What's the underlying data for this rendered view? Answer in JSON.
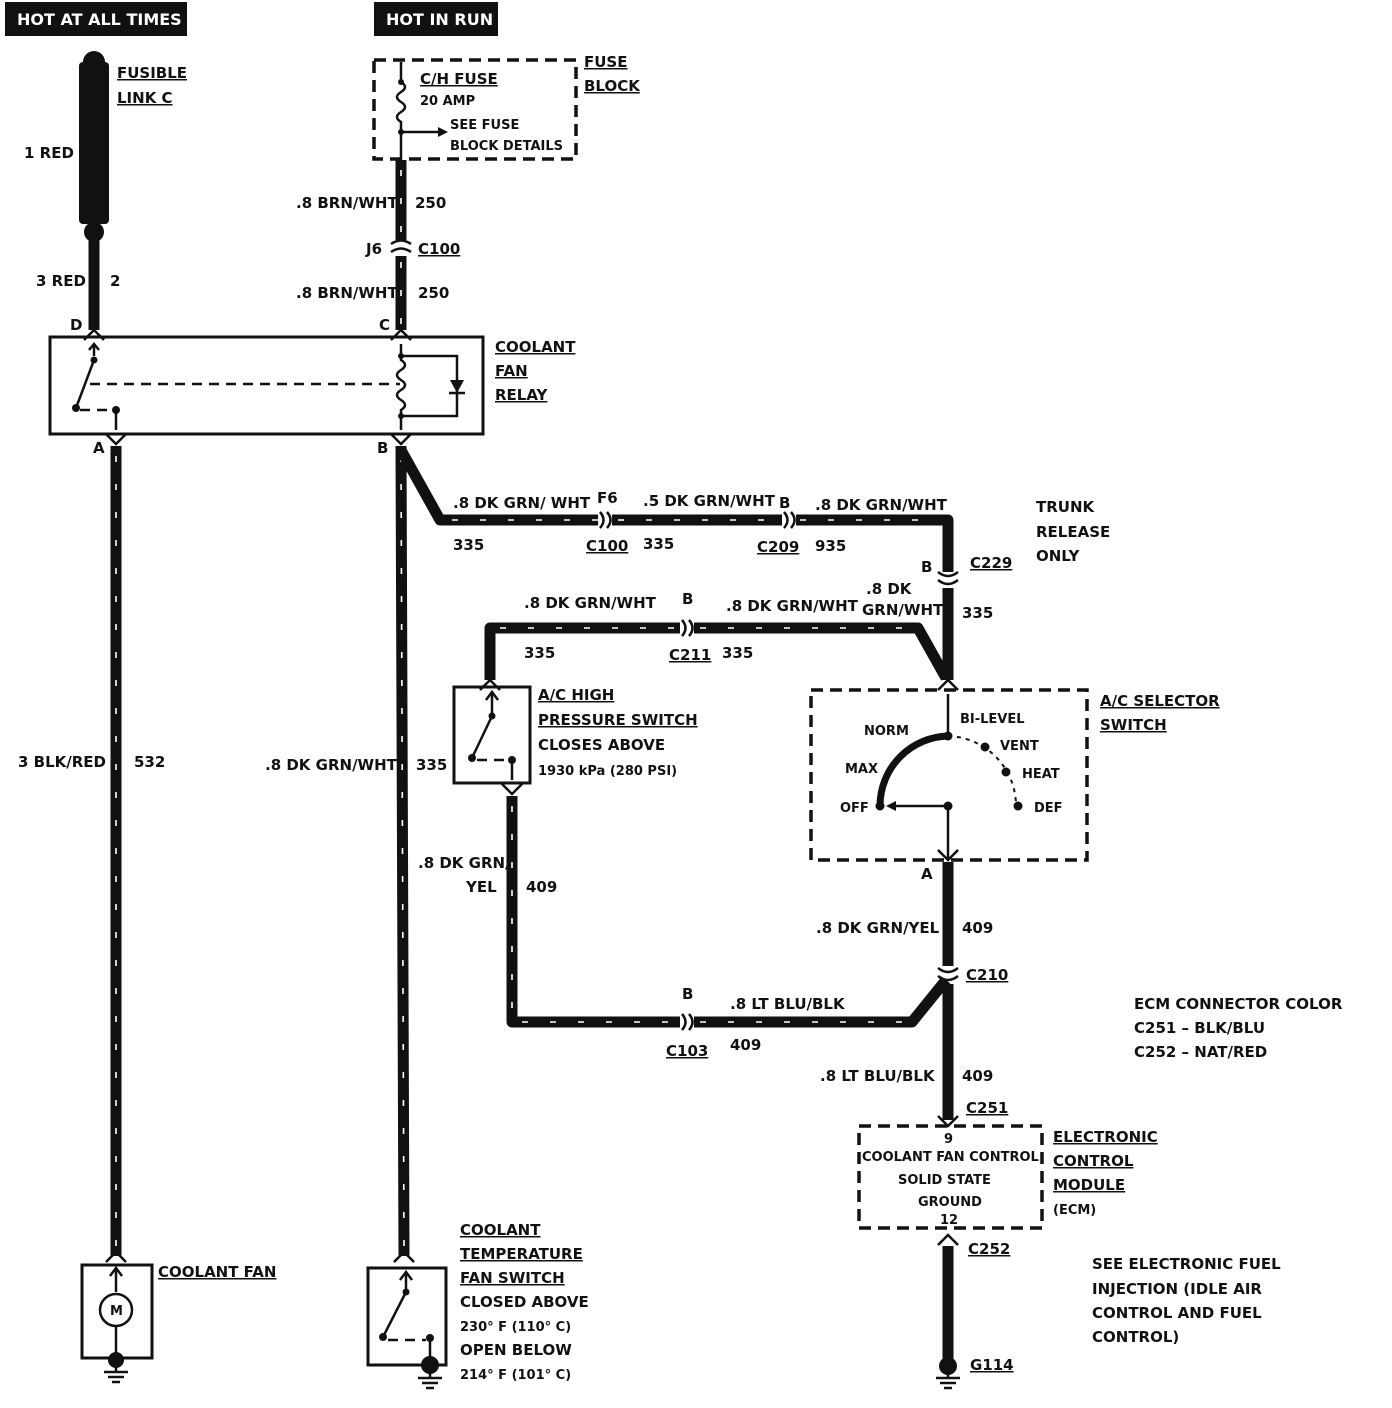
{
  "headers": {
    "hot_at_all_times": "HOT AT ALL TIMES",
    "hot_in_run": "HOT IN RUN"
  },
  "fusible_link": {
    "line1": "FUSIBLE",
    "line2": "LINK C"
  },
  "fuse_block": {
    "title_line1": "FUSE",
    "title_line2": "BLOCK",
    "fuse_name": "C/H FUSE",
    "fuse_rating": "20 AMP",
    "details_line1": "SEE FUSE",
    "details_line2": "BLOCK DETAILS"
  },
  "relay": {
    "title_line1": "COOLANT",
    "title_line2": "FAN",
    "title_line3": "RELAY",
    "pin_d": "D",
    "pin_c": "C",
    "pin_a": "A",
    "pin_b": "B"
  },
  "wires": {
    "w1_color": "1 RED",
    "w3_color": "3 RED",
    "w3_circuit": "2",
    "w250a_color": ".8 BRN/WHT",
    "w250a_circuit": "250",
    "w250b_color": ".8 BRN/WHT",
    "w250b_circuit": "250",
    "c100_j6": "J6",
    "c100": "C100",
    "w532_color": "3 BLK/RED",
    "w532_circuit": "532",
    "w335v_color": ".8 DK GRN/WHT",
    "w335v_circuit": "335",
    "top_seg1_color": ".8 DK GRN/ WHT",
    "top_seg1_circuit": "335",
    "f6": "F6",
    "c100b": "C100",
    "top_seg2_color": ".5 DK GRN/WHT",
    "top_seg2_circuit": "335",
    "c209_pin": "B",
    "c209": "C209",
    "top_seg3_color": ".8 DK GRN/WHT",
    "top_seg3_circuit": "935",
    "trunk_line1": "TRUNK",
    "trunk_line2": "RELEASE",
    "trunk_line3": "ONLY",
    "c229_pin": "B",
    "c229": "C229",
    "mid_seg1_color": ".8 DK GRN/WHT",
    "mid_seg1_circuit": "335",
    "c211_pin": "B",
    "c211": "C211",
    "mid_seg2_color": ".8 DK GRN/WHT",
    "mid_seg2_circuit": "335",
    "vert335_color_l1": ".8 DK",
    "vert335_color_l2": "GRN/WHT",
    "vert335_circuit": "335",
    "w409a_color_l1": ".8 DK GRN/",
    "w409a_color_l2": "YEL",
    "w409a_circuit": "409",
    "c103_pin": "B",
    "c103": "C103",
    "bottom_seg_color": ".8 LT BLU/BLK",
    "bottom_seg_circuit": "409",
    "selector_pin_a": "A",
    "w409b_color": ".8 DK GRN/YEL",
    "w409b_circuit": "409",
    "c210": "C210",
    "w409c_color": ".8 LT BLU/BLK",
    "w409c_circuit": "409",
    "c251": "C251",
    "c252": "C252",
    "g114": "G114"
  },
  "hp_switch": {
    "line1": "A/C HIGH",
    "line2": "PRESSURE SWITCH",
    "line3": "CLOSES ABOVE",
    "line4": "1930 kPa (280 PSI)"
  },
  "selector": {
    "title_line1": "A/C SELECTOR",
    "title_line2": "SWITCH",
    "norm": "NORM",
    "bilevel": "BI-LEVEL",
    "vent": "VENT",
    "max": "MAX",
    "heat": "HEAT",
    "off": "OFF",
    "def": "DEF"
  },
  "ecm_colors": {
    "line1": "ECM CONNECTOR COLOR",
    "line2": "C251 – BLK/BLU",
    "line3": "C252 – NAT/RED"
  },
  "ecm": {
    "pin9": "9",
    "line1": "COOLANT FAN CONTROL",
    "line2": "SOLID STATE",
    "line3": "GROUND",
    "pin12": "12",
    "title_line1": "ELECTRONIC",
    "title_line2": "CONTROL",
    "title_line3": "MODULE",
    "title_line4": "(ECM)"
  },
  "efi_note": {
    "line1": "SEE ELECTRONIC FUEL",
    "line2": "INJECTION (IDLE AIR",
    "line3": "CONTROL AND FUEL",
    "line4": "CONTROL)"
  },
  "coolant_fan": {
    "label": "COOLANT FAN",
    "motor": "M"
  },
  "temp_switch": {
    "line1": "COOLANT",
    "line2": "TEMPERATURE",
    "line3": "FAN SWITCH",
    "line4": "CLOSED ABOVE",
    "line5": "230° F (110° C)",
    "line6": "OPEN BELOW",
    "line7": "214° F (101° C)"
  }
}
